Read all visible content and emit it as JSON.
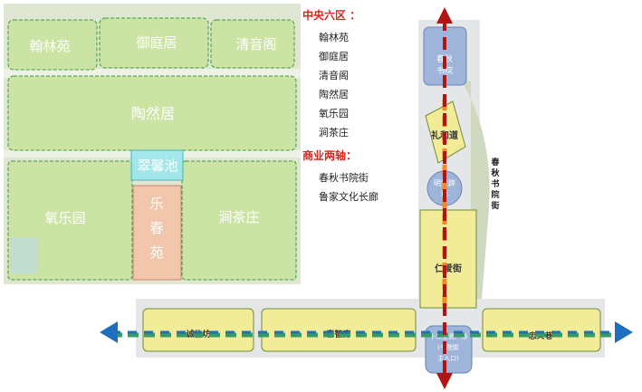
{
  "legend": {
    "heading_districts": "中央六区 ：",
    "districts": [
      "翰林苑",
      "御庭居",
      "清音阁",
      "陶然居",
      "氧乐园",
      "涧茶庄"
    ],
    "heading_axes": "商业两轴：",
    "axes": [
      "春秋书院街",
      "鲁家文化长廊"
    ]
  },
  "plan_labels": {
    "hanlinyuan": "翰林苑",
    "yutingju": "御庭居",
    "qingyinge": "清音阁",
    "taoranju": "陶然居",
    "cuixinchi": "翠馨池",
    "yangleyuan": "氧乐园",
    "lechunyuan": [
      "乐",
      "春",
      "苑"
    ],
    "jianchazhuang": "涧茶庄"
  },
  "axis_labels": {
    "chunqiu_shuyuan": [
      "春秋",
      "书院"
    ],
    "lihedao": "礼和道",
    "mingdeci_lines": [
      "明堂辟",
      "雍"
    ],
    "renaijie": "仁爱街",
    "chunqiu_street_vertical": [
      "春",
      "秋",
      "书",
      "院",
      "街"
    ],
    "chengxinfang": "诚信坊",
    "chunzhilang": "春智廊",
    "zhongyixiang": "忠义巷",
    "plaza_lines": [
      "十二圣贤广场",
      "(书院街",
      "主入口)"
    ]
  },
  "colors": {
    "green_zone": "#c8e29b",
    "yellow_zone": "#f2ec98",
    "pink_zone": "#f3c2a6",
    "cyan_zone": "#9ae7ec",
    "blue_node": "#9fb4d9",
    "red_axis": "#b01414",
    "orange_axis": "#f08a24",
    "green_axis": "#3a9a64",
    "blue_axis": "#1f6fc0",
    "legend_red": "#e0201a"
  }
}
